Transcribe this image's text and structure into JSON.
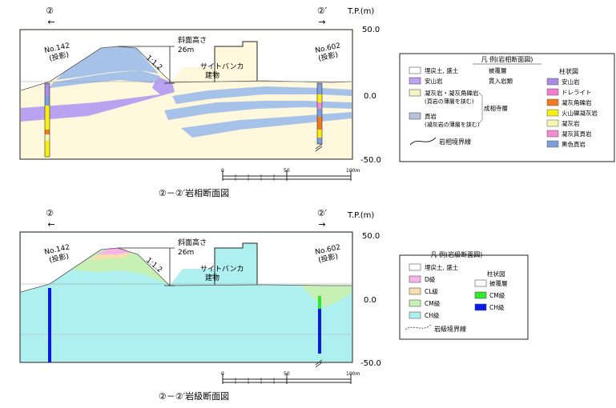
{
  "top": {
    "marker_left": "②",
    "marker_right": "②′",
    "arrow_left": "←",
    "arrow_right": "→",
    "tp_unit": "T.P.(m)",
    "elev_labels": [
      "50.0",
      "0.0",
      "-50.0"
    ],
    "borehole_left": "No.142",
    "borehole_left_sub": "(投影)",
    "borehole_right": "No.602",
    "borehole_right_sub": "(投影)",
    "slope_height_label": "斜面高さ",
    "slope_height_value": "26m",
    "slope_ratio": "1:1.2",
    "building_line1": "サイトバンカ",
    "building_line2": "建物",
    "scale_ticks": [
      "0",
      "50",
      "100m"
    ],
    "caption": "②－②′岩相断面図"
  },
  "legend1": {
    "title": "凡 例(岩相断面図)",
    "col_title": "柱状図",
    "rows": [
      {
        "label": "埋戻土, 盛土",
        "group": "被覆層",
        "color": "#ffffff"
      },
      {
        "label": "安山岩",
        "group": "貫入岩類",
        "color": "#b9a2f0"
      },
      {
        "label": "凝灰岩・凝灰角礫岩",
        "sub": "(頁岩の薄層を挟む)",
        "color": "#f7f4c6"
      },
      {
        "label": "頁岩",
        "sub": "(凝灰岩の薄層を挟む)",
        "color": "#b7c3e0"
      }
    ],
    "group_cheng": "成相寺層",
    "boundary_label": "岩相境界線",
    "column_items": [
      {
        "label": "安山岩",
        "color": "#a98be6"
      },
      {
        "label": "ドレライト",
        "color": "#f57bd0"
      },
      {
        "label": "凝灰角礫岩",
        "color": "#f07a22"
      },
      {
        "label": "火山礫凝灰岩",
        "color": "#f6ef12"
      },
      {
        "label": "凝灰岩",
        "color": "#f7f3b4"
      },
      {
        "label": "凝灰質頁岩",
        "color": "#f58cd2"
      },
      {
        "label": "黒色頁岩",
        "color": "#7f9fd8"
      }
    ]
  },
  "bottom": {
    "marker_left": "②",
    "marker_right": "②′",
    "arrow_left": "←",
    "arrow_right": "→",
    "tp_unit": "T.P.(m)",
    "elev_labels": [
      "50.0",
      "0.0",
      "-50.0"
    ],
    "borehole_left": "No.142",
    "borehole_left_sub": "(投影)",
    "borehole_right": "No.602",
    "borehole_right_sub": "(投影)",
    "slope_height_label": "斜面高さ",
    "slope_height_value": "26m",
    "slope_ratio": "1:1.2",
    "building_line1": "サイトバンカ",
    "building_line2": "建物",
    "scale_ticks": [
      "0",
      "50",
      "100m"
    ],
    "caption": "②－②′岩級断面図"
  },
  "legend2": {
    "title": "凡 例(岩級断面図)",
    "col_title": "柱状図",
    "rows": [
      {
        "label": "埋戻土, 盛土",
        "color": "#ffffff"
      },
      {
        "label": "D級",
        "color": "#f7b4e8"
      },
      {
        "label": "CL級",
        "color": "#f6dfae"
      },
      {
        "label": "CM級",
        "color": "#c7f0b4"
      },
      {
        "label": "CH級",
        "color": "#aef0ef"
      }
    ],
    "column_items": [
      {
        "label": "被覆層",
        "color": "#ffffff"
      },
      {
        "label": "CM級",
        "color": "#2ee82e"
      },
      {
        "label": "CH級",
        "color": "#0a1ae6"
      }
    ],
    "boundary_label": "岩級境界線"
  }
}
